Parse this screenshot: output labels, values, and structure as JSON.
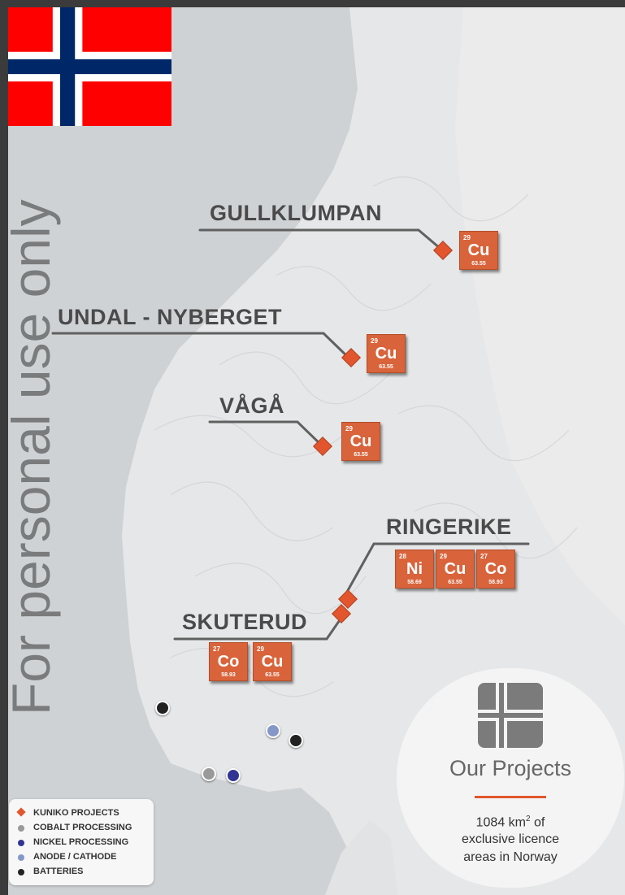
{
  "watermark": "For personal use only",
  "flag": {
    "country": "Norway",
    "red": "#fe0000",
    "white": "#ffffff",
    "blue": "#002868"
  },
  "colors": {
    "accent": "#e2552d",
    "element_tile": "#d9633a",
    "label_text": "#4a4a4a"
  },
  "projects": [
    {
      "name": "GULLKLUMPAN",
      "elements": [
        {
          "number": "29",
          "symbol": "Cu",
          "mass": "63.55"
        }
      ]
    },
    {
      "name": "UNDAL - NYBERGET",
      "elements": [
        {
          "number": "29",
          "symbol": "Cu",
          "mass": "63.55"
        }
      ]
    },
    {
      "name": "VÅGÅ",
      "elements": [
        {
          "number": "29",
          "symbol": "Cu",
          "mass": "63.55"
        }
      ]
    },
    {
      "name": "RINGERIKE",
      "elements": [
        {
          "number": "28",
          "symbol": "Ni",
          "mass": "58.69"
        },
        {
          "number": "29",
          "symbol": "Cu",
          "mass": "63.55"
        },
        {
          "number": "27",
          "symbol": "Co",
          "mass": "58.93"
        }
      ]
    },
    {
      "name": "SKUTERUD",
      "elements": [
        {
          "number": "27",
          "symbol": "Co",
          "mass": "58.93"
        },
        {
          "number": "29",
          "symbol": "Cu",
          "mass": "63.55"
        }
      ]
    }
  ],
  "legend": [
    {
      "label": "KUNIKO PROJECTS",
      "marker": "diamond",
      "color": "#e2552d"
    },
    {
      "label": "COBALT PROCESSING",
      "marker": "dot",
      "color": "#9a9a9a"
    },
    {
      "label": "NICKEL PROCESSING",
      "marker": "dot",
      "color": "#2f3591"
    },
    {
      "label": "ANODE / CATHODE",
      "marker": "dot",
      "color": "#8497c8"
    },
    {
      "label": "BATTERIES",
      "marker": "dot",
      "color": "#222222"
    }
  ],
  "facilities": [
    {
      "type": "BATTERIES",
      "color": "#222222"
    },
    {
      "type": "ANODE / CATHODE",
      "color": "#8497c8"
    },
    {
      "type": "BATTERIES",
      "color": "#222222"
    },
    {
      "type": "COBALT PROCESSING",
      "color": "#9a9a9a"
    },
    {
      "type": "NICKEL PROCESSING",
      "color": "#2f3591"
    }
  ],
  "info": {
    "title": "Our Projects",
    "area_value": "1084 km",
    "area_exponent": "2",
    "area_suffix": " of",
    "line2": "exclusive licence",
    "line3": "areas in Norway",
    "icon": "norway-flag-icon"
  }
}
